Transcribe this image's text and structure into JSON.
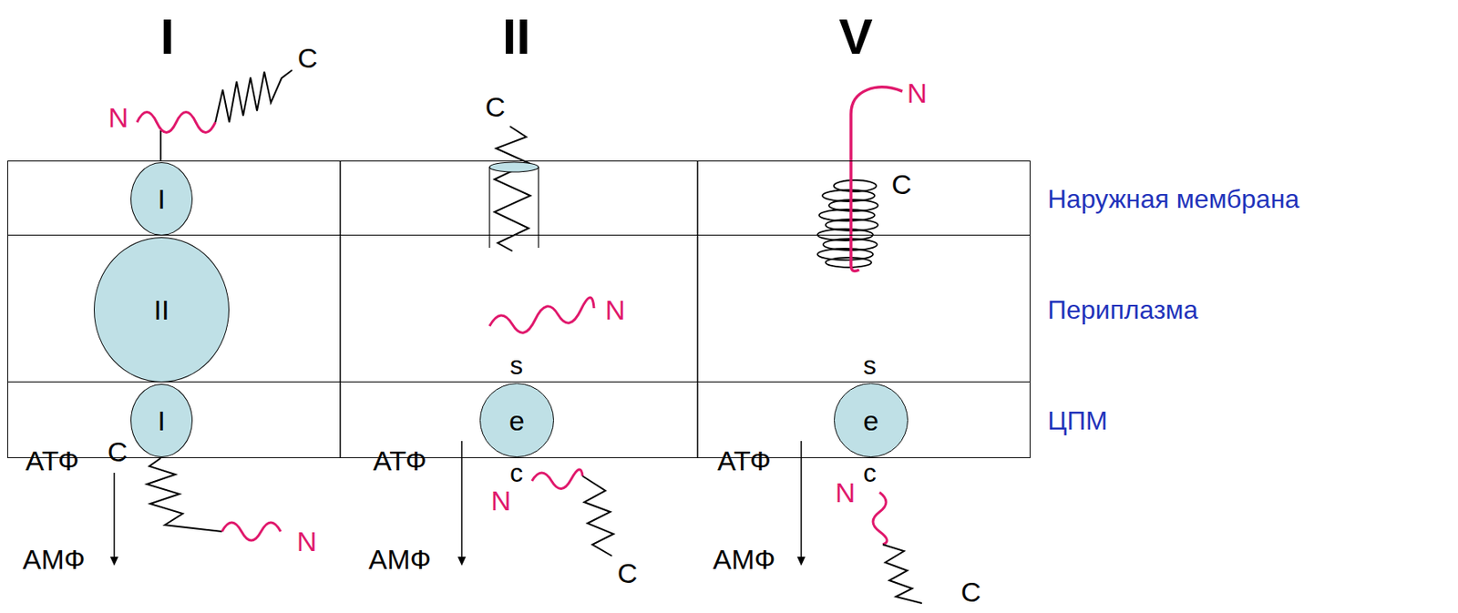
{
  "diagram": {
    "nodes": [
      {
        "text": [
          "Наружная мембрана"
        ]
      },
      {
        "text": [
          "I"
        ],
        "in": 0
      },
      {
        "text": [
          "Периплазма"
        ]
      },
      {
        "text": [
          "II"
        ],
        "in": 2
      },
      {
        "text": [
          "ЦПМ"
        ]
      },
      {
        "text": [
          "I"
        ],
        "in": 4
      },
      {
        "text": [
          "e"
        ],
        "in": 4
      },
      {
        "text": [
          "e"
        ],
        "in": 4
      }
    ],
    "labels": [
      "I",
      "II",
      "V",
      "N",
      "C",
      "C",
      "N",
      "АТФ",
      "АМФ",
      "C",
      "N",
      "s",
      "c",
      "N",
      "C",
      "АТФ",
      "АМФ",
      "N",
      "C",
      "s",
      "c",
      "N",
      "C",
      "АТФ",
      "АМФ"
    ]
  }
}
